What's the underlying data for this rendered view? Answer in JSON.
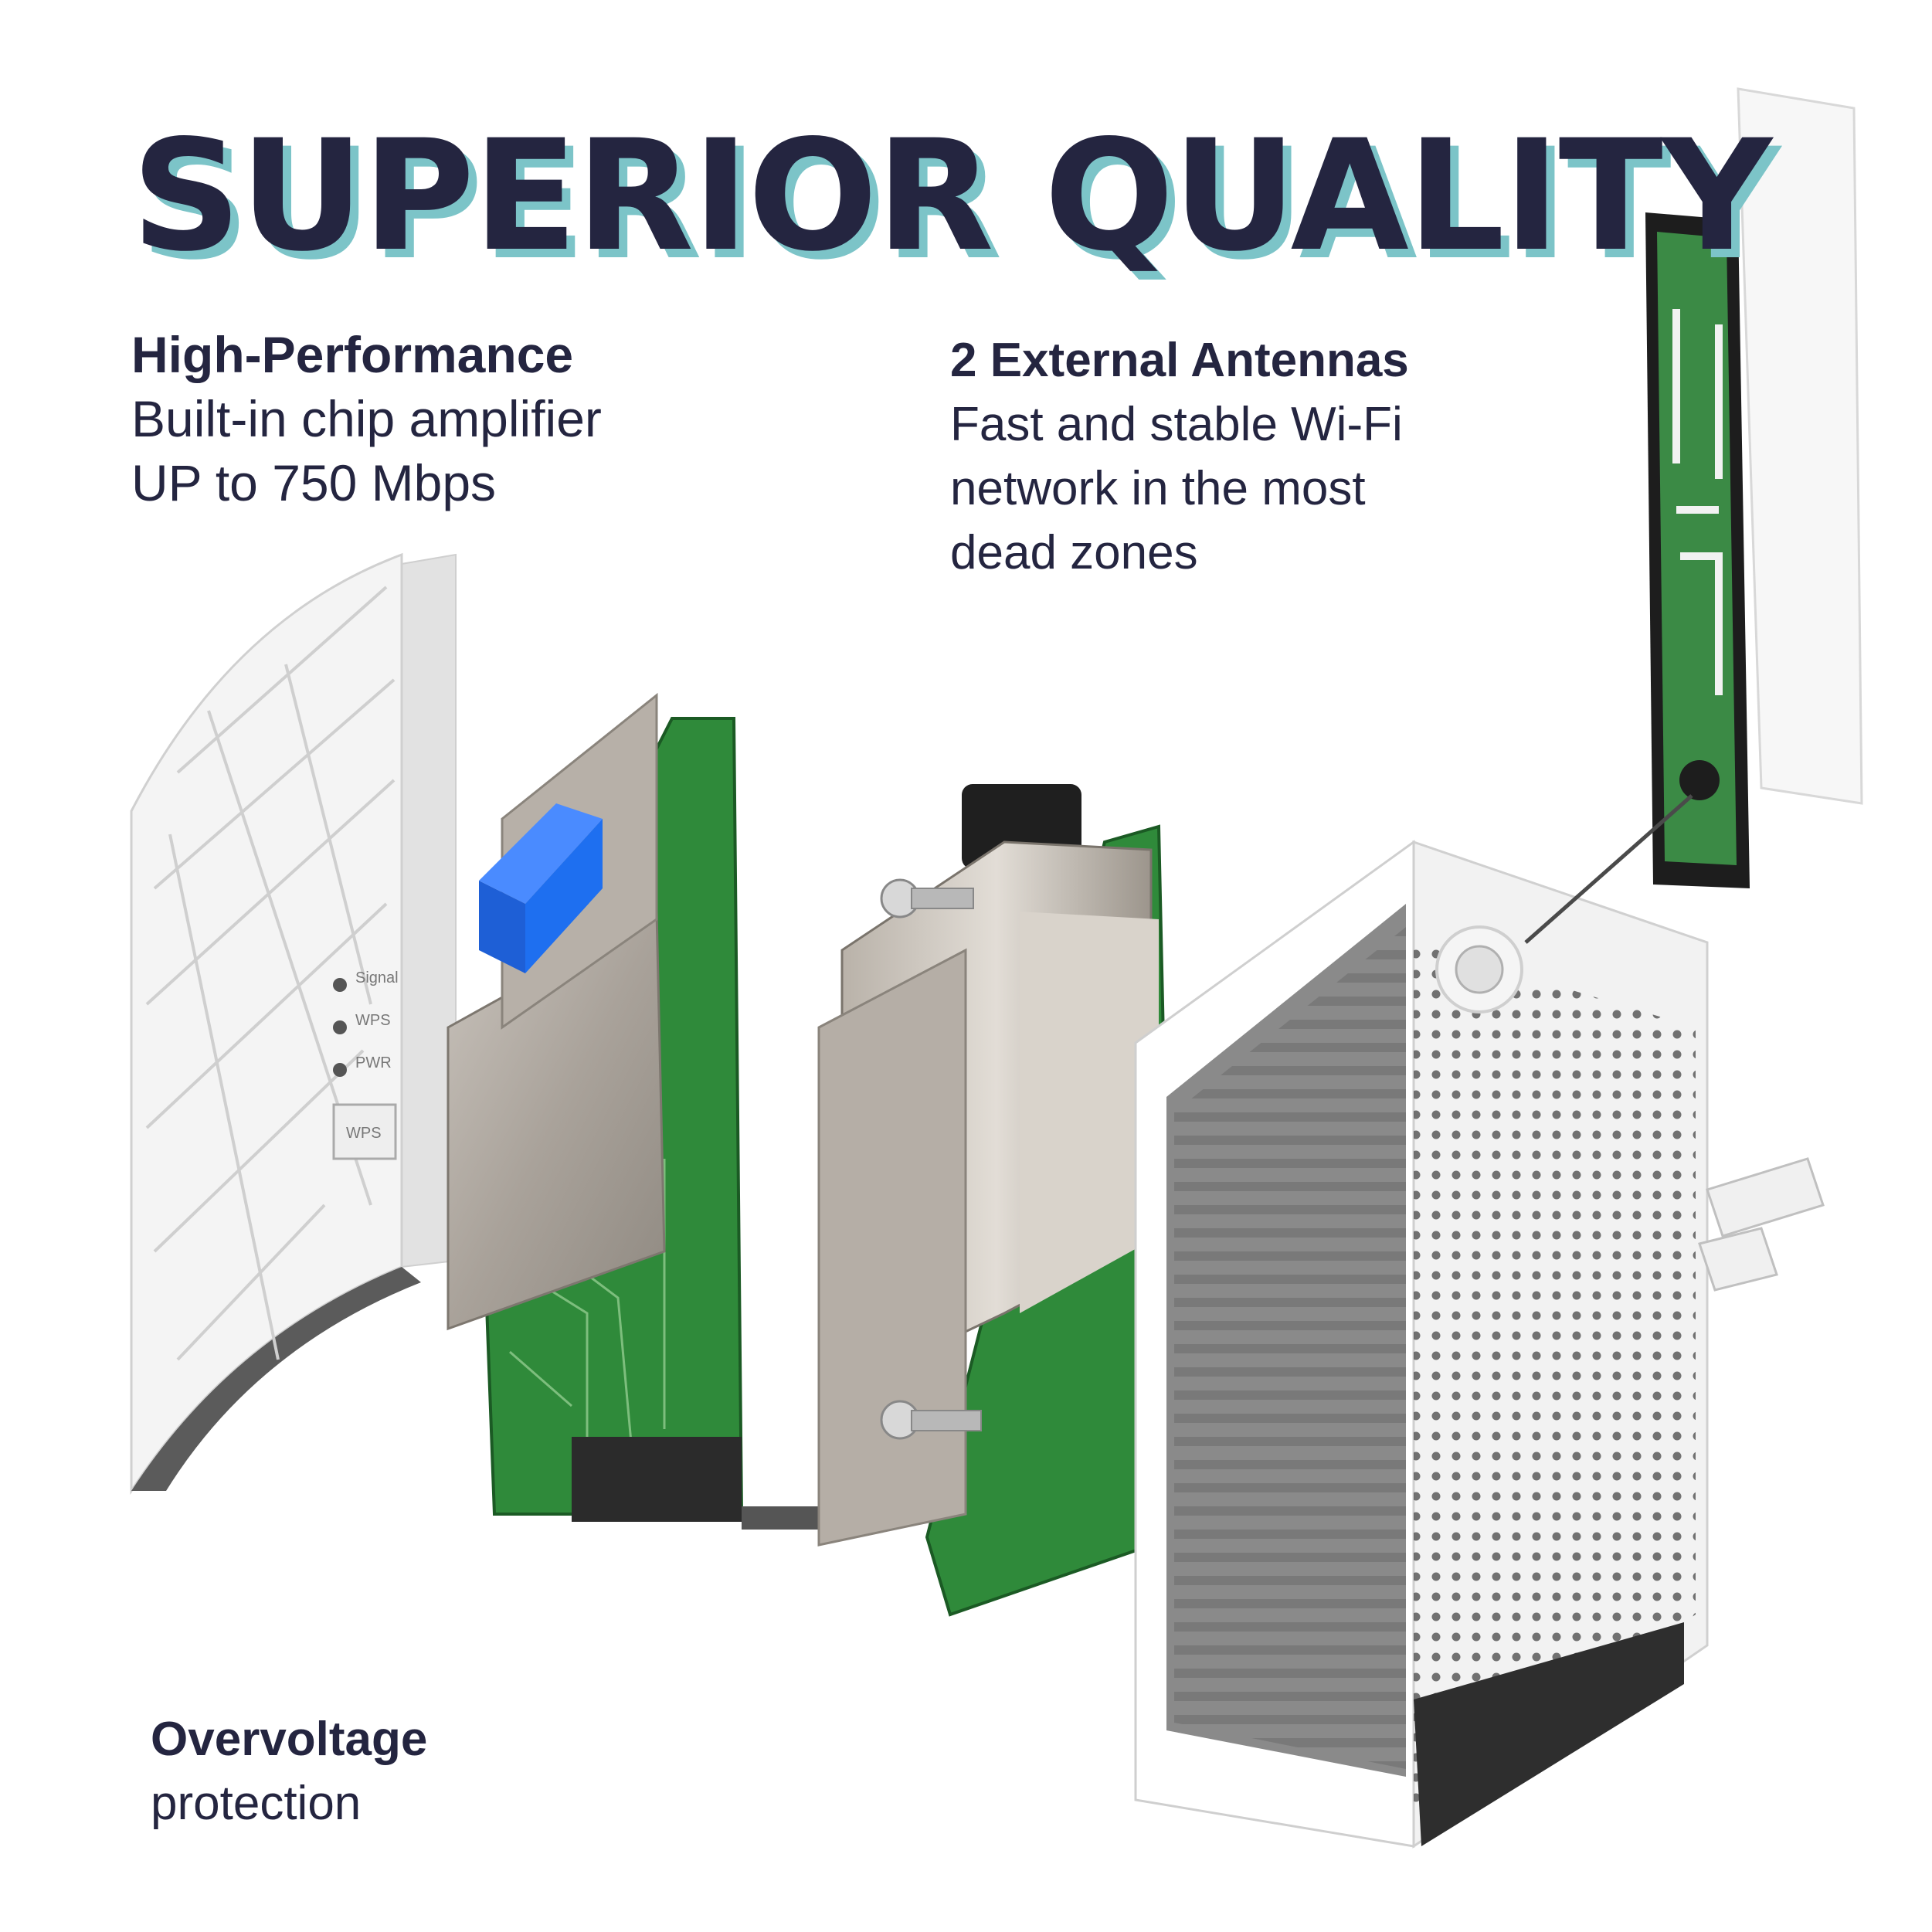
{
  "headline": "SUPERIOR QUALITY",
  "features": [
    {
      "title": "High-Performance",
      "lines": [
        "Built-in chip amplifier",
        "UP to 750 Mbps"
      ]
    },
    {
      "title": "2 External Antennas",
      "lines": [
        "Fast and stable Wi-Fi",
        "network in the most",
        "dead zones"
      ]
    },
    {
      "title": "Overvoltage",
      "lines": [
        "protection"
      ]
    }
  ],
  "device_labels": {
    "signal": "Signal",
    "wps": "WPS",
    "pwr": "PWR",
    "wps_button": "WPS"
  },
  "colors": {
    "text": "#242540",
    "headline_shadow": "#7cc4c8",
    "pcb": "#2f8a3a",
    "chip": "#1e6ff0",
    "shield": "#b3aca4"
  }
}
